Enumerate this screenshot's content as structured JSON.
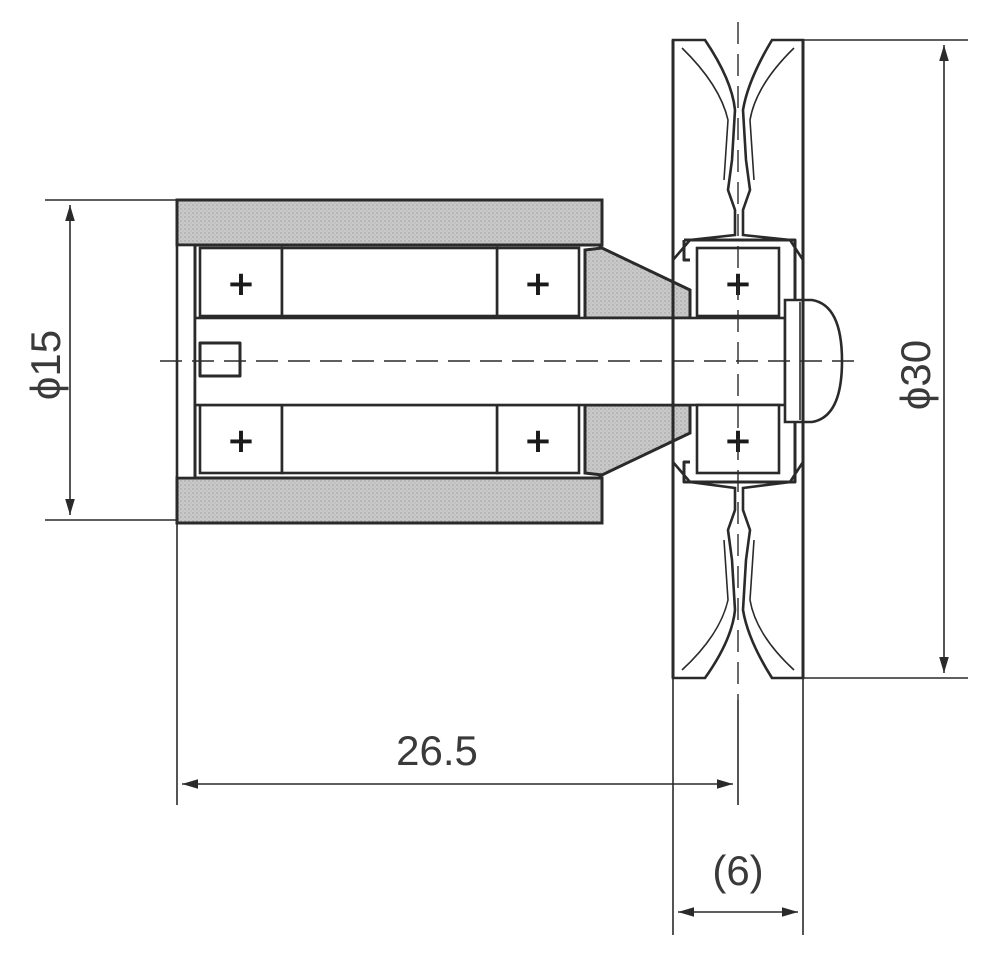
{
  "dimensions": {
    "inner_diameter": "ϕ15",
    "outer_diameter": "ϕ30",
    "length": "26.5",
    "width": "(6)"
  },
  "symbols": {
    "screw_mark": "+"
  }
}
